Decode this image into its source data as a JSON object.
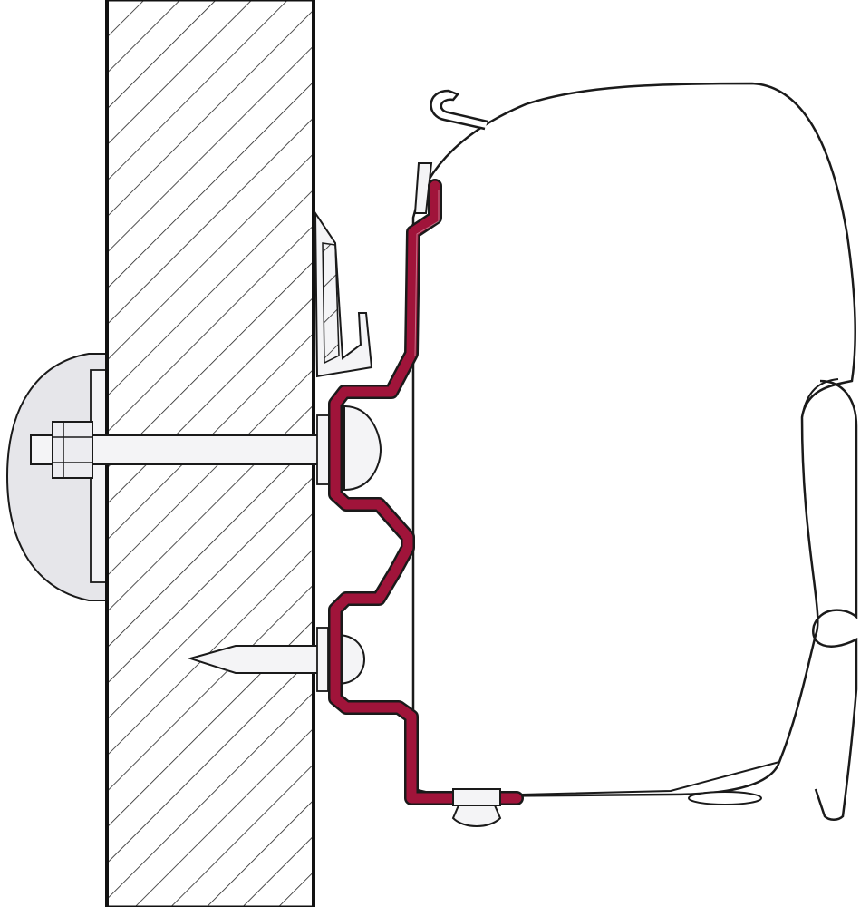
{
  "diagram": {
    "kind": "awning-mounting-bracket-cross-section",
    "labels": [],
    "colors": {
      "background": "#ffffff",
      "outline": "#1a1a1a",
      "bracket": "#a0143a",
      "hatch": "#222222",
      "wall_fill": "#ffffff",
      "metal_fill": "#f1f1f3",
      "cap_fill": "#e6e6ea"
    },
    "parts": {
      "wall": "wall-section-hatched",
      "bracket": "adapter-bracket",
      "awning_case": "awning-cassette",
      "bolt": "through-bolt",
      "nut": "hex-nut",
      "washer_plate": "backing-plate",
      "cap": "dome-cap",
      "screw": "wood-screw",
      "rail_clip": "rail-clip",
      "top_hook": "top-hook",
      "bottom_screw": "bottom-fixing-screw"
    }
  }
}
